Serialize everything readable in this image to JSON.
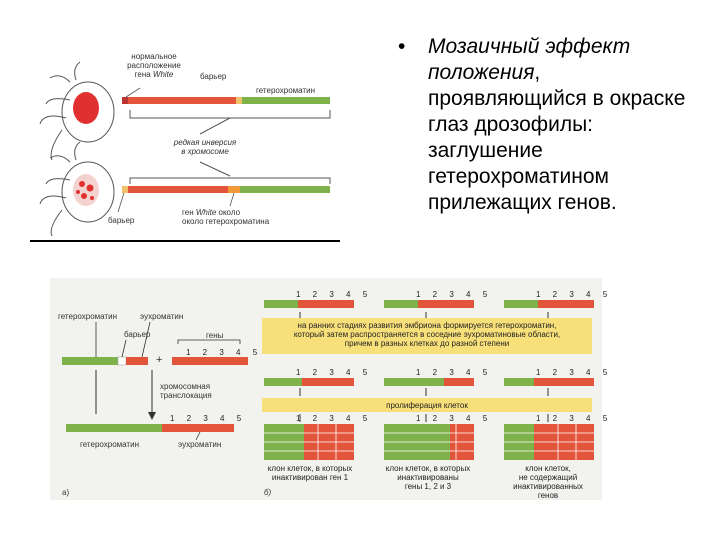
{
  "bullet": {
    "dot": "•",
    "italic_part": "Мозаичный эффект положения",
    "rest": ", проявляющийся в окраске глаз дрозофилы: заглушение гетерохроматином прилежащих генов."
  },
  "top_figure": {
    "label_normal_line1": "нормальное",
    "label_normal_line2": "расположение",
    "label_normal_line3_prefix": "гена ",
    "label_normal_line3_gene": "White",
    "label_barrier_top": "барьер",
    "label_heterochromatin_top": "гетерохроматин",
    "label_inversion_line1": "редкая инверсия",
    "label_inversion_line2": "в хромосоме",
    "label_barrier_bottom": "барьер",
    "label_gene_near_line1_prefix": "ген ",
    "label_gene_near_line1_gene": "White",
    "label_gene_near_line1_suffix": " около",
    "label_gene_near_line2": "около гетерохроматина"
  },
  "bottom_figure": {
    "label_heterochromatin": "гетерохроматин",
    "label_euchromatin": "эухроматин",
    "label_barrier": "барьер",
    "label_genes": "гены",
    "gene_numbers": "1 2 3 4 5",
    "plus": "+",
    "label_translocation_line1": "хромосомная",
    "label_translocation_line2": "транслокация",
    "label_heterochromatin_bottom": "гетерохроматин",
    "label_euchromatin_bottom": "эухроматин",
    "band1_line1": "на ранних стадиях развития эмбриона формируется гетерохроматин,",
    "band1_line2": "который затем распространяется в соседние эухроматиновые области,",
    "band1_line3": "причем в разных клетках до разной степени",
    "band2": "пролиферация клеток",
    "clone1_line1": "клон клеток, в которых",
    "clone1_line2": "инактивирован ген 1",
    "clone2_line1": "клон клеток, в которых",
    "clone2_line2": "инактивированы",
    "clone2_line3": "гены 1, 2 и 3",
    "clone3_line1": "клон клеток,",
    "clone3_line2": "не содержащий",
    "clone3_line3": "инактивированных",
    "clone3_line4": "генов",
    "panel_a": "а)",
    "panel_b": "б)"
  },
  "colors": {
    "heterochromatin_green": "#7fb24a",
    "euchromatin_red": "#e2553a",
    "eye_red": "#e03030",
    "band_yellow": "#f7df7a",
    "panel_bg": "#f2f2ee"
  }
}
